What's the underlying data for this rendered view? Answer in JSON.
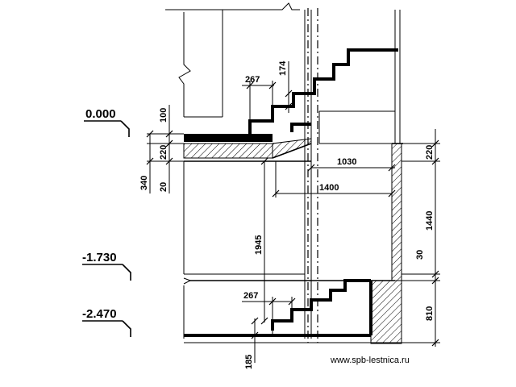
{
  "levels": {
    "top": "0.000",
    "middle": "-1.730",
    "bottom": "-2.470"
  },
  "dimensions": {
    "tread_upper": "267",
    "riser_upper": "174",
    "slab_100": "100",
    "slab_220_left": "220",
    "slab_340": "340",
    "slab_20": "20",
    "run_1030": "1030",
    "run_1400": "1400",
    "height_1945": "1945",
    "tread_lower": "267",
    "base_185": "185",
    "right_220": "220",
    "right_1440": "1440",
    "right_30": "30",
    "right_810": "810"
  },
  "footer": {
    "url": "www.spb-lestnica.ru"
  }
}
